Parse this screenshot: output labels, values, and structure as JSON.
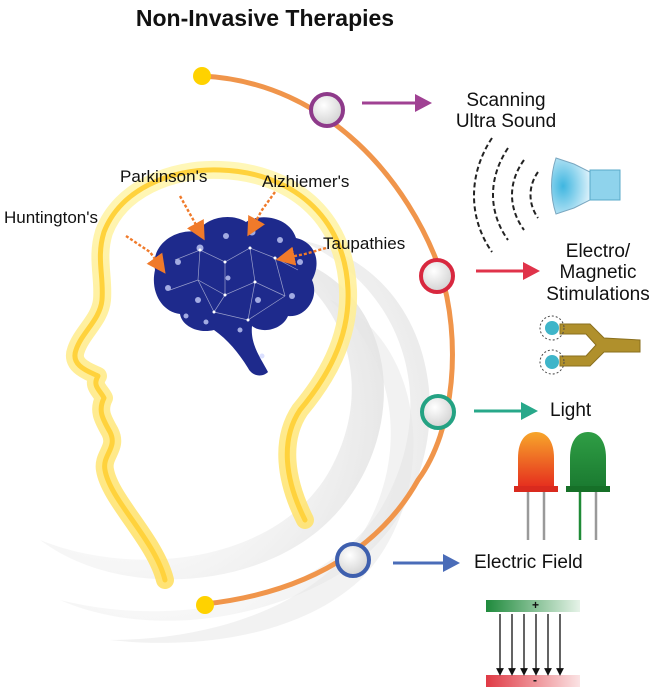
{
  "title": "Non-Invasive Therapies",
  "diseases": [
    {
      "id": "huntingtons",
      "label": "Huntington's"
    },
    {
      "id": "parkinsons",
      "label": "Parkinson's"
    },
    {
      "id": "alzheimers",
      "label": "Alzhiemer's"
    },
    {
      "id": "taupathies",
      "label": "Taupathies"
    }
  ],
  "therapies": [
    {
      "id": "ultrasound",
      "lines": [
        "Scanning",
        "Ultra Sound"
      ],
      "ring_color": "#8e3a8a",
      "arrow_color": "#a04193",
      "icon": "ultrasound-transducer-icon"
    },
    {
      "id": "electromagnetic",
      "lines": [
        "Electro/",
        "Magnetic",
        "Stimulations"
      ],
      "ring_color": "#d8283f",
      "arrow_color": "#e0334a",
      "icon": "magnetic-coil-icon"
    },
    {
      "id": "light",
      "lines": [
        "Light"
      ],
      "ring_color": "#24a283",
      "arrow_color": "#28a88a",
      "icon": "led-icon"
    },
    {
      "id": "electric_field",
      "lines": [
        "Electric Field"
      ],
      "ring_color": "#3e5fae",
      "arrow_color": "#4a6cb8",
      "icon": "electric-field-plates-icon"
    }
  ],
  "electric_field_signs": {
    "positive": "+",
    "negative": "-"
  },
  "colors": {
    "arc": "#f0954b",
    "arc_endpoint": "#ffd200",
    "head_outline": "#ffd23c",
    "brain": "#1e2a8c",
    "disease_arrow": "#f07a2a",
    "led_red": "#e8321f",
    "led_green": "#1f8a36",
    "coil": "#b0902c"
  }
}
